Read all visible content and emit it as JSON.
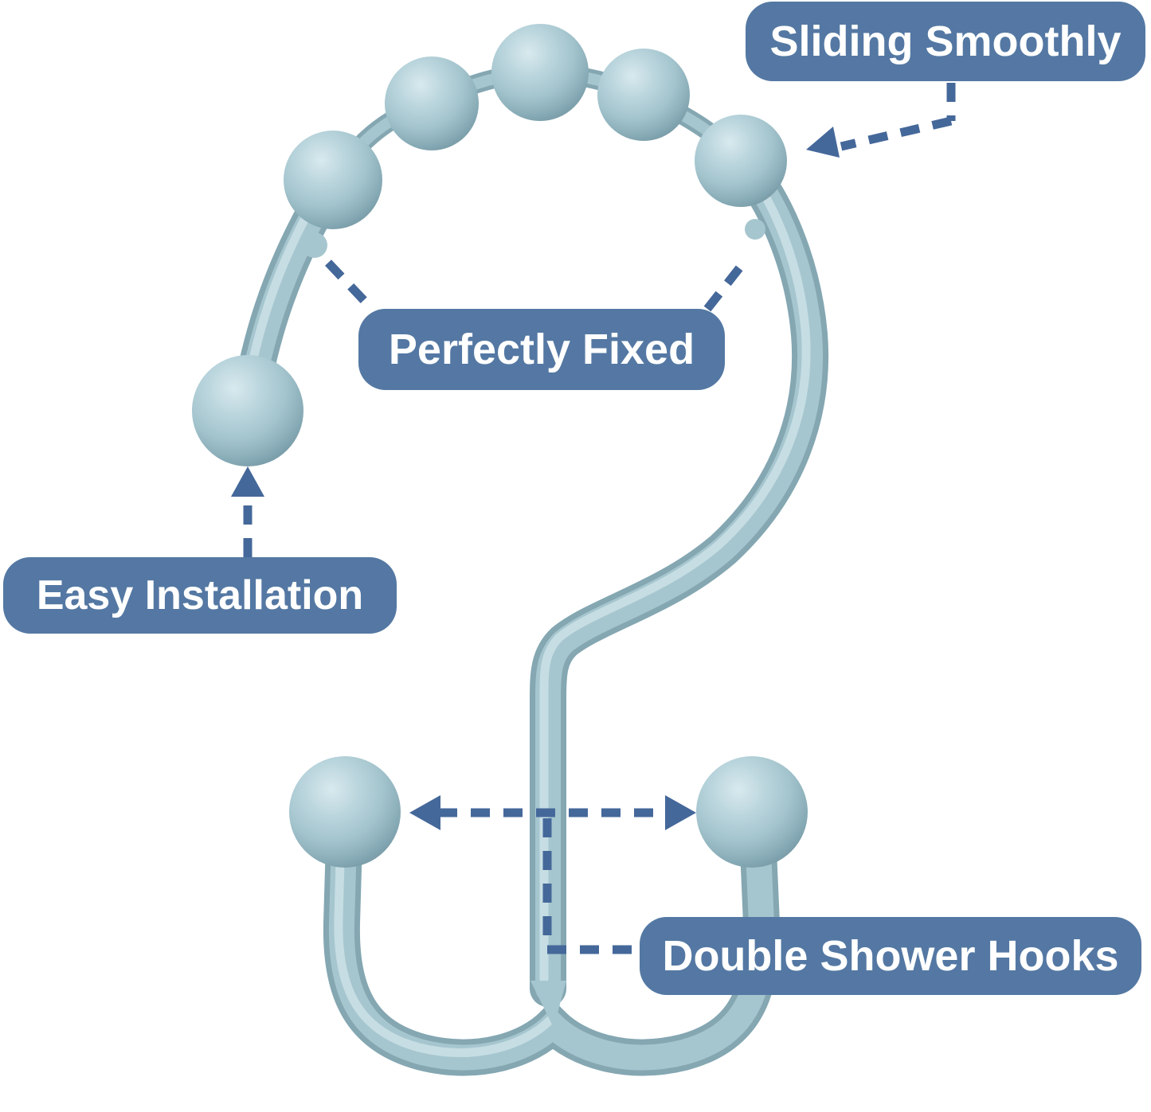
{
  "callouts": {
    "sliding": {
      "text": "Sliding Smoothly"
    },
    "fixed": {
      "text": "Perfectly Fixed"
    },
    "installation": {
      "text": "Easy Installation"
    },
    "hooks": {
      "text": "Double Shower Hooks"
    }
  },
  "icons": {
    "sliding_arrow": "dashed-arrow-pointing-to-roller-balls",
    "installation_arrow": "dashed-arrow-pointing-up-to-end-ball",
    "hook_span_arrow": "dashed-double-headed-horizontal-arrow",
    "hooks_connector": "dashed-elbow-connector-line",
    "fixed_connectors": "dashed-diagonal-connector-lines"
  },
  "theme": {
    "bg": "#ffffff",
    "badge_bg": "#5478a3",
    "badge_text": "#ffffff",
    "arrow": "#45689a",
    "wire_base": "#84a7b2",
    "wire_mid": "#a6c6cf",
    "wire_hi": "#cbe0e6",
    "ball_hi": "#d8eaee",
    "ball_mid1": "#b9d4dc",
    "ball_mid2": "#a3c4cd",
    "ball_lo1": "#86aab5",
    "ball_lo2": "#6f929e"
  }
}
